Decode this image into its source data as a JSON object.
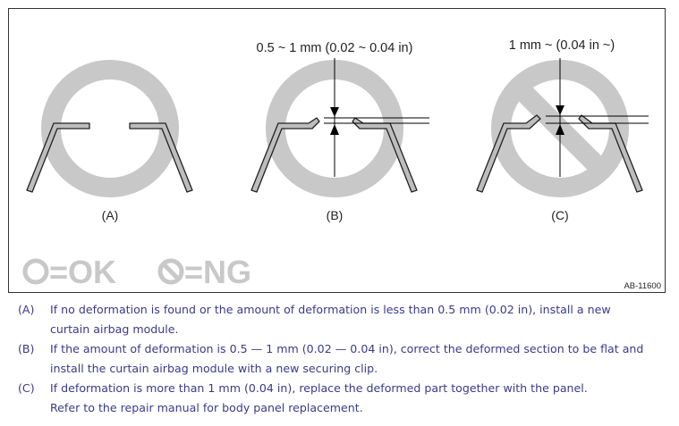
{
  "figure": {
    "dimension_b": "0.5 ~ 1 mm (0.02 ~ 0.04 in)",
    "dimension_c": "1 mm ~ (0.04 in ~)",
    "label_a": "(A)",
    "label_b": "(B)",
    "label_c": "(C)",
    "legend_ok": "=OK",
    "legend_ng": "=NG",
    "figure_id": "AB-11600"
  },
  "notes": [
    {
      "letter": "(A)",
      "line1": "If no deformation is found or the amount of deformation is less than 0.5 mm (0.02 in), install a new",
      "line2": "curtain airbag module."
    },
    {
      "letter": "(B)",
      "line1": "If the amount of deformation is 0.5 — 1 mm (0.02 — 0.04 in), correct the deformed section to be flat and",
      "line2": "install the curtain airbag module with a new securing clip."
    },
    {
      "letter": "(C)",
      "line1": "If deformation is more than 1 mm (0.04 in), replace the deformed part together with the panel.",
      "line2": "Refer to the repair manual for body panel replacement."
    }
  ],
  "colors": {
    "symbol_gray": "#c8c8c8",
    "note_text": "#3a3a8c"
  }
}
